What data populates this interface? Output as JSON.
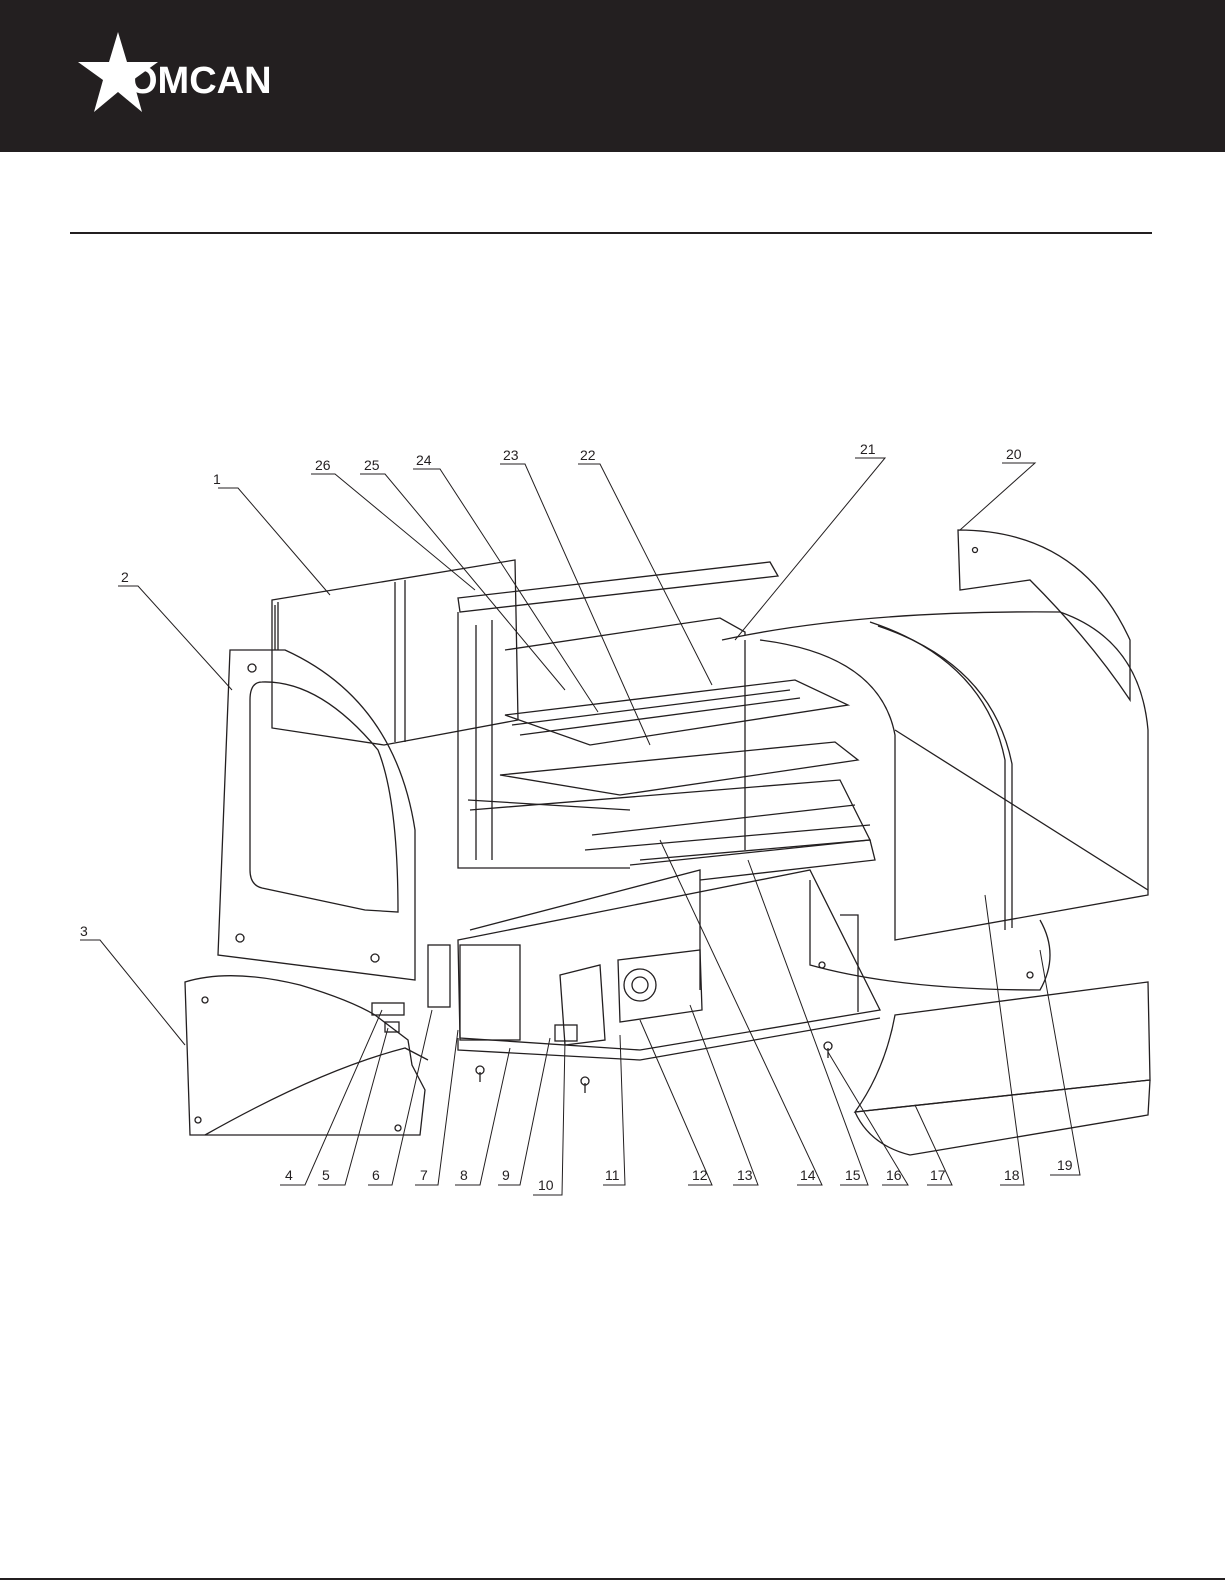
{
  "header": {
    "brand": "OMCAN",
    "logo_icon": "star-icon"
  },
  "diagram": {
    "callouts": [
      "1",
      "2",
      "3",
      "4",
      "5",
      "6",
      "7",
      "8",
      "9",
      "10",
      "11",
      "12",
      "13",
      "14",
      "15",
      "16",
      "17",
      "18",
      "19",
      "20",
      "21",
      "22",
      "23",
      "24",
      "25",
      "26"
    ]
  },
  "colors": {
    "header_bg": "#231f20",
    "line": "#231f20",
    "paper": "#ffffff"
  }
}
